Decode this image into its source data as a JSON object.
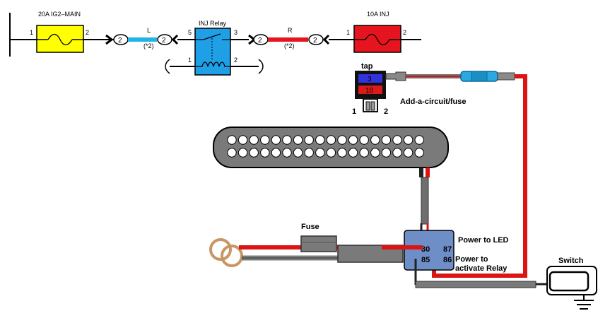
{
  "top_circuit": {
    "fuse_main": {
      "label": "20A IG2–MAIN",
      "pin_left": "1",
      "pin_right": "2",
      "color": "#ffff00"
    },
    "connector_left_a": "2",
    "wire_left": {
      "label": "L",
      "note": "(*2)",
      "color": "#1fb4e6"
    },
    "connector_left_b": "2",
    "relay": {
      "label": "INJ Relay",
      "pin_5": "5",
      "pin_3": "3",
      "pin_1": "1",
      "pin_2": "2",
      "color": "#1e9fe6"
    },
    "connector_right_a": "2",
    "wire_right": {
      "label": "R",
      "note": "(*2)",
      "color": "#e6141e"
    },
    "connector_right_b": "2",
    "fuse_inj": {
      "label": "10A INJ",
      "pin_left": "1",
      "pin_right": "2",
      "color": "#e6141e"
    }
  },
  "tap": {
    "title": "tap",
    "fuse_top": "3",
    "fuse_bottom": "10",
    "pin_left": "1",
    "pin_right": "2",
    "caption": "Add-a-circuit/fuse"
  },
  "fuse_holder_label": "Fuse",
  "relay_block": {
    "pin_30": "30",
    "pin_87": "87",
    "pin_85": "85",
    "pin_86": "86",
    "label_power_led": "Power to LED",
    "label_activate_line1": "Power to",
    "label_activate_line2": "activate Relay",
    "color": "#6e8ec8"
  },
  "switch_label": "Switch",
  "colors": {
    "wire_red": "#dc1414",
    "wire_black": "#222222",
    "wire_gray": "#6e6e6e",
    "led_bar": "#7a7a7a",
    "ring_terminal": "#c89664"
  }
}
